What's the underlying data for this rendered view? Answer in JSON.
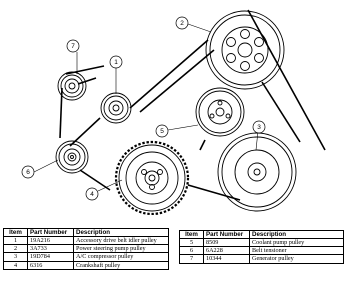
{
  "callouts": [
    "1",
    "2",
    "3",
    "4",
    "5",
    "6",
    "7"
  ],
  "legend": {
    "headers": {
      "item": "Item",
      "part_number": "Part Number",
      "description": "Description"
    },
    "left_rows": [
      {
        "item": "1",
        "part_number": "19A216",
        "description": "Accessory drive belt idler pulley"
      },
      {
        "item": "2",
        "part_number": "3A733",
        "description": "Power steering pump pulley"
      },
      {
        "item": "3",
        "part_number": "19D784",
        "description": "A/C compressor pulley"
      },
      {
        "item": "4",
        "part_number": "6316",
        "description": "Crankshaft pulley"
      }
    ],
    "right_rows": [
      {
        "item": "5",
        "part_number": "8509",
        "description": "Coolant pump pulley"
      },
      {
        "item": "6",
        "part_number": "6A228",
        "description": "Belt tensioner"
      },
      {
        "item": "7",
        "part_number": "10344",
        "description": "Generator pulley"
      }
    ]
  }
}
